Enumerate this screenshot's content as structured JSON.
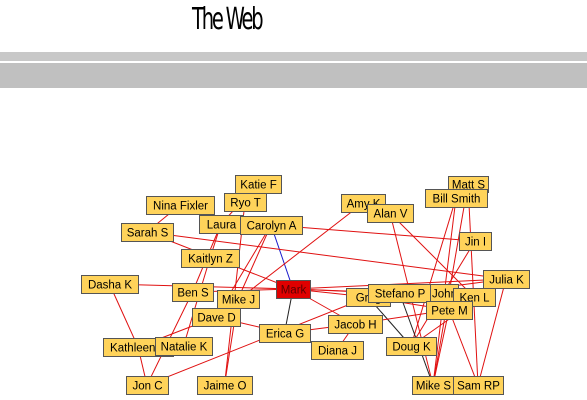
{
  "header": {
    "logo_text": "The Web"
  },
  "colors": {
    "node_fill": "#ffd35a",
    "node_border": "#555555",
    "center_fill": "#e00000",
    "edge_red": "#e01010",
    "edge_blue": "#1a1acc",
    "edge_black": "#222222",
    "band": "#c0c0c0"
  },
  "network": {
    "center": "Mark",
    "nodes": [
      "Katie F",
      "Matt S",
      "Bill Smith",
      "Nina Fixler",
      "Ryo T",
      "Amy K",
      "Alan V",
      "Laura",
      "Carolyn A",
      "Sarah S",
      "Jin I",
      "Kaitlyn Z",
      "Dasha K",
      "Julia K",
      "Ben S",
      "Mark",
      "Mike J",
      "Greg",
      "Stefano P",
      "John",
      "Ken L",
      "Pete M",
      "Dave D",
      "Jacob H",
      "Erica G",
      "Diana J",
      "Kathleen R",
      "Natalie K",
      "Doug K",
      "Jon C",
      "Jaime O",
      "Mike S",
      "Sam RP"
    ]
  }
}
